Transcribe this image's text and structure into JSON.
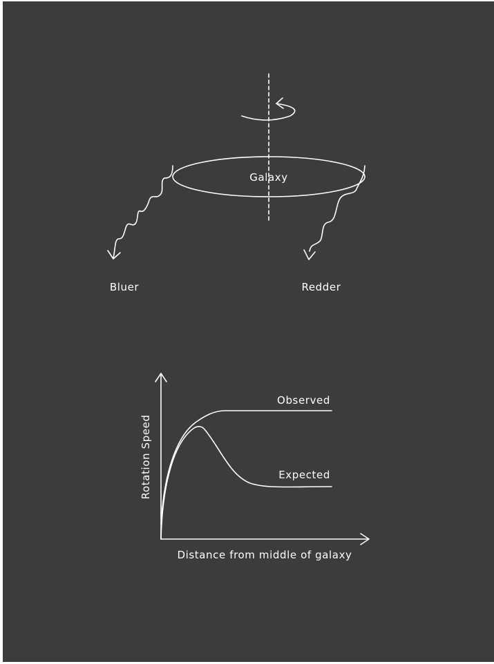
{
  "colors": {
    "background": "#3c3c3c",
    "foreground": "#ffffff",
    "page": "#ffffff"
  },
  "galaxy_diagram": {
    "galaxy_label": "Galaxy",
    "left_label": "Bluer",
    "right_label": "Redder"
  },
  "graph": {
    "y_axis_label": "Rotation Speed",
    "x_axis_label": "Distance from middle of galaxy",
    "curves": [
      {
        "name": "Observed"
      },
      {
        "name": "Expected"
      }
    ]
  }
}
